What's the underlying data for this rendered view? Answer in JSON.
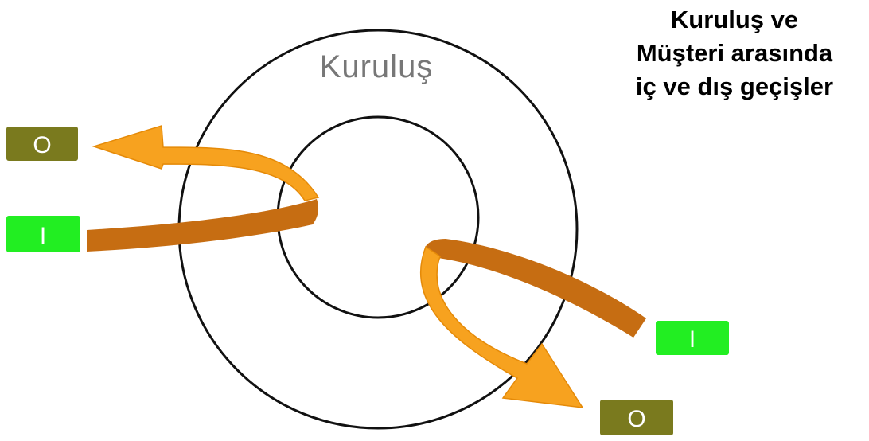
{
  "title": {
    "lines": [
      "Kuruluş ve",
      "Müşteri arasında",
      "iç ve dış geçişler"
    ]
  },
  "outer_circle_label": "Kuruluş",
  "boxes": {
    "left_output": {
      "label": "O",
      "color": "#7a7a1e"
    },
    "left_input": {
      "label": "I",
      "color": "#22ee22"
    },
    "right_input": {
      "label": "I",
      "color": "#22ee22"
    },
    "right_output": {
      "label": "O",
      "color": "#7a7a1e"
    }
  },
  "colors": {
    "arrow_light": "#f7a21f",
    "arrow_light_edge": "#e58a08",
    "arrow_dark": "#c66d12",
    "circle_stroke": "#111111"
  }
}
